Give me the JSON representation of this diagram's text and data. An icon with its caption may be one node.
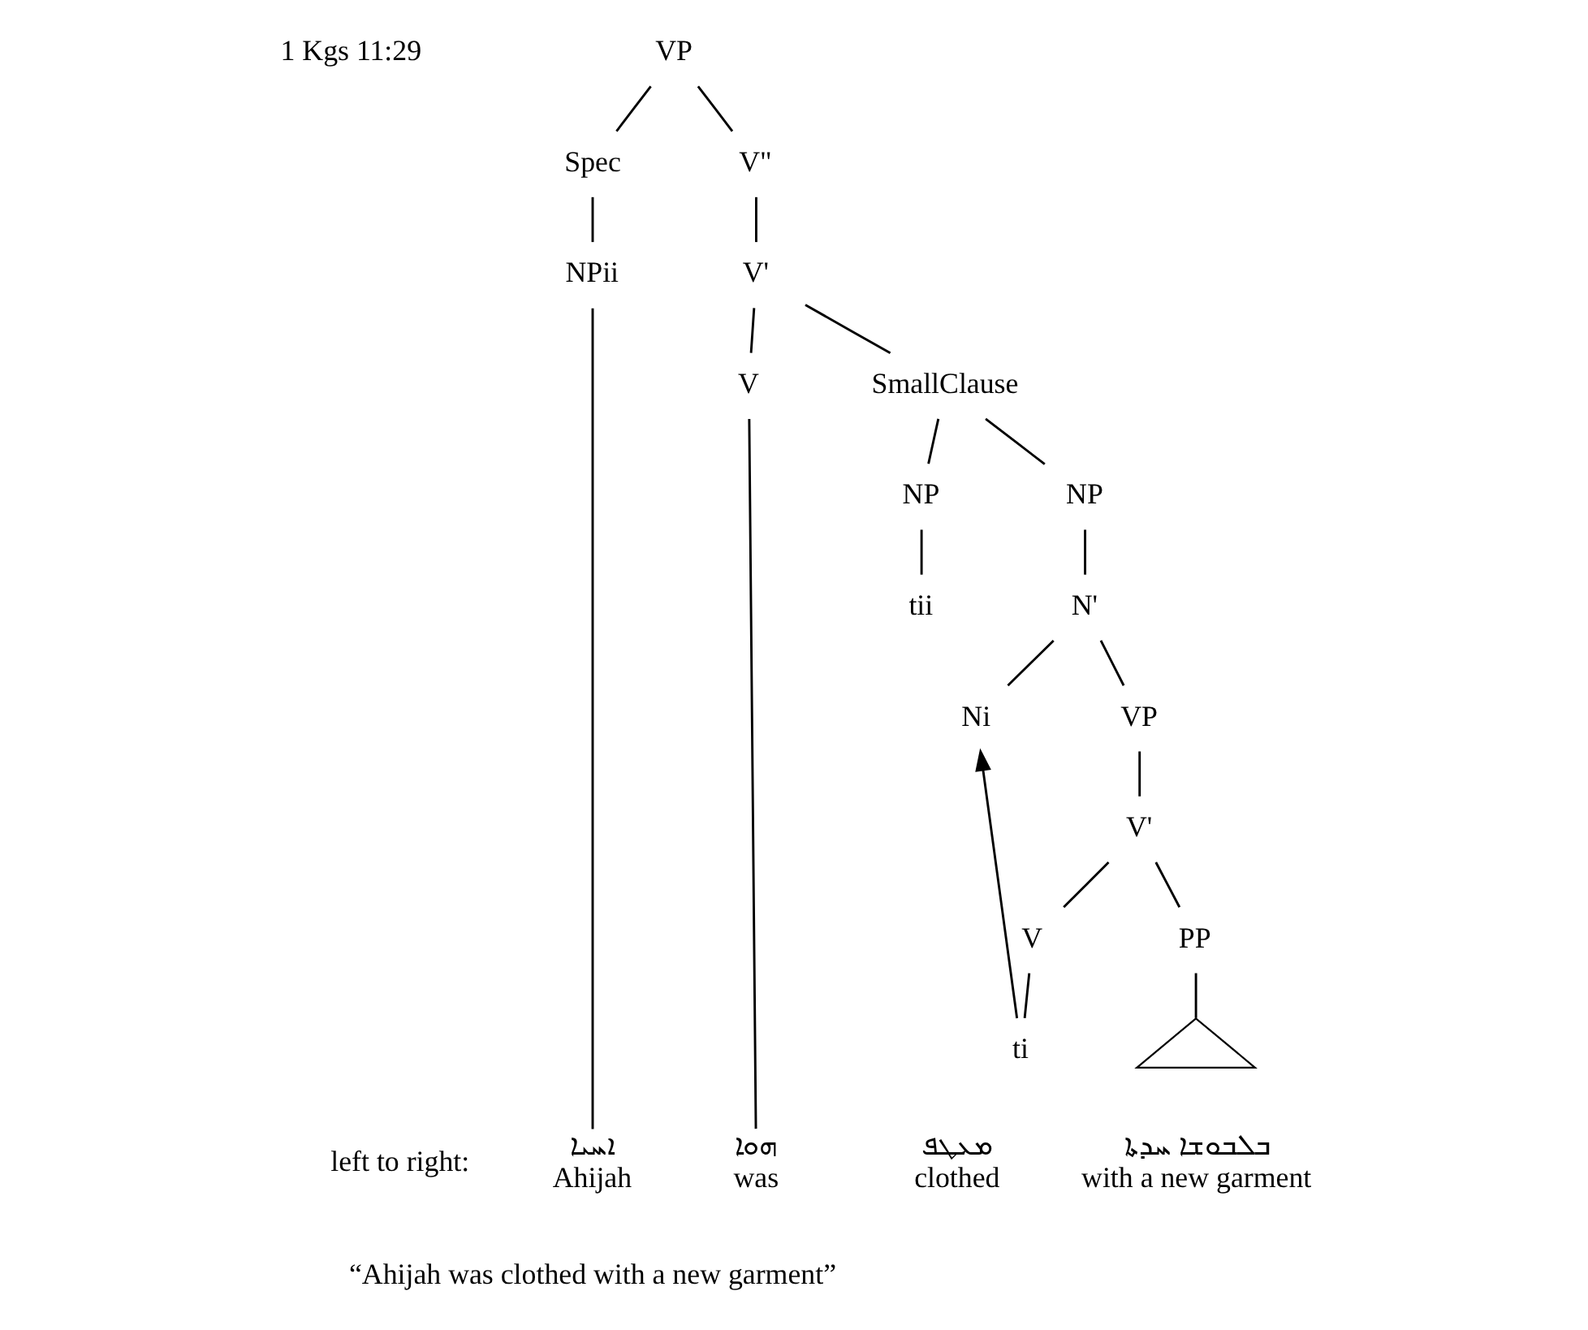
{
  "diagram": {
    "nodes": [
      {
        "text": [
          "VP"
        ]
      },
      {
        "text": [
          "Spec"
        ]
      },
      {
        "text": [
          "V\""
        ]
      },
      {
        "text": [
          "NPii"
        ]
      },
      {
        "text": [
          "V'"
        ]
      },
      {
        "text": [
          "V"
        ]
      },
      {
        "text": [
          "SmallClause"
        ]
      },
      {
        "text": [
          "NP"
        ]
      },
      {
        "text": [
          "NP"
        ]
      },
      {
        "text": [
          "tii"
        ]
      },
      {
        "text": [
          "N'"
        ]
      },
      {
        "text": [
          "Ni"
        ]
      },
      {
        "text": [
          "VP"
        ]
      },
      {
        "text": [
          "V'"
        ]
      },
      {
        "text": [
          "V"
        ]
      },
      {
        "text": [
          "PP"
        ]
      },
      {
        "text": [
          "ti"
        ]
      },
      {
        "text": [],
        "shape": "triangle"
      },
      {
        "text": [
          "ܐܚܝܐ",
          "Ahijah"
        ]
      },
      {
        "text": [
          "ܗܘܐ",
          "was"
        ]
      },
      {
        "text": [
          "ܡܥܛܦ",
          "clothed"
        ]
      },
      {
        "text": [
          "ܒܠܒܘܫܐ ܚܕܬܐ",
          "with a new garment"
        ]
      }
    ],
    "edges": [
      {
        "from": 0,
        "to": 1,
        "arrow": "none"
      },
      {
        "from": 0,
        "to": 2,
        "arrow": "none"
      },
      {
        "from": 1,
        "to": 3,
        "arrow": "none"
      },
      {
        "from": 2,
        "to": 4,
        "arrow": "none"
      },
      {
        "from": 4,
        "to": 5,
        "arrow": "none"
      },
      {
        "from": 4,
        "to": 6,
        "arrow": "none"
      },
      {
        "from": 6,
        "to": 7,
        "arrow": "none"
      },
      {
        "from": 6,
        "to": 8,
        "arrow": "none"
      },
      {
        "from": 7,
        "to": 9,
        "arrow": "none"
      },
      {
        "from": 8,
        "to": 10,
        "arrow": "none"
      },
      {
        "from": 10,
        "to": 11,
        "arrow": "none"
      },
      {
        "from": 10,
        "to": 12,
        "arrow": "none"
      },
      {
        "from": 12,
        "to": 13,
        "arrow": "none"
      },
      {
        "from": 13,
        "to": 14,
        "arrow": "none"
      },
      {
        "from": 13,
        "to": 15,
        "arrow": "none"
      },
      {
        "from": 14,
        "to": 16,
        "arrow": "none"
      },
      {
        "from": 15,
        "to": 17,
        "arrow": "none"
      },
      {
        "from": 16,
        "to": 11,
        "arrow": "to"
      },
      {
        "from": 3,
        "to": 18,
        "arrow": "none"
      },
      {
        "from": 5,
        "to": 19,
        "arrow": "none"
      }
    ],
    "labels": [
      "1 Kgs 11:29",
      "left to right:",
      "“Ahijah was clothed with a new garment”"
    ]
  }
}
